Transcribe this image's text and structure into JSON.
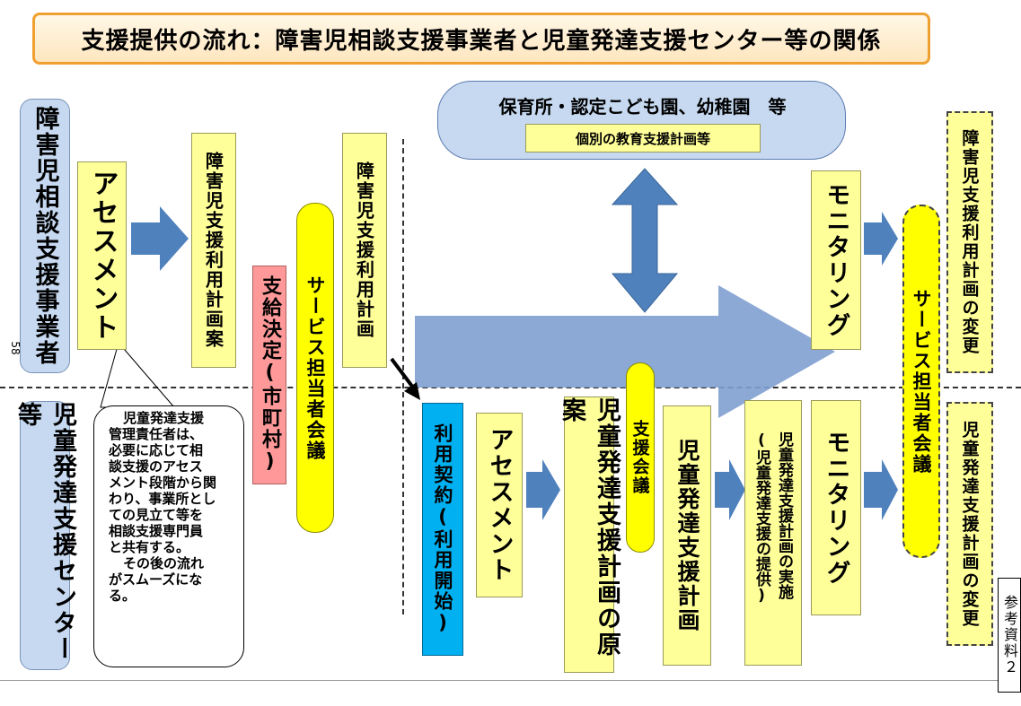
{
  "title": "支援提供の流れ：障害児相談支援事業者と児童発達支援センター等の関係",
  "page_number": "58",
  "top_actor": "障害児相談支援事業者",
  "bottom_actor": "児童発達支援センター等",
  "nursery": {
    "title": "保育所・認定こども園、幼稚園　等",
    "sub": "個別の教育支援計画等"
  },
  "boxes": {
    "assessment_top": "アセスメント",
    "plan_draft_top": "障害児支援利用計画案",
    "decision": "支給決定(市町村)",
    "service_meeting": "サービス担当者会議",
    "plan_top": "障害児支援利用計画",
    "monitoring_top": "モニタリング",
    "service_meeting_right": "サービス担当者会議",
    "plan_change_top": "障害児支援利用計画の変更",
    "contract": "利用契約(利用開始)",
    "assessment_bottom": "アセスメント",
    "dev_plan_draft": "児童発達支援計画の原案",
    "support_meeting": "支援会議",
    "dev_plan": "児童発達支援計画",
    "implementation_a": "児童発達支援計画の実施",
    "implementation_b": "(児童発達支援の提供)",
    "monitoring_bottom": "モニタリング",
    "dev_plan_change": "児童発達支援計画の変更"
  },
  "callout_lines": [
    "児童発達支援",
    "管理責任者は、",
    "必要に応じて相",
    "談支援のアセス",
    "メント段階から関",
    "わり、事業所とし",
    "ての見立て等を",
    "相談支援専門員",
    "と共有する。",
    "その後の流れ",
    "がスムーズにな",
    "る。"
  ],
  "reference_label": "参考資料２",
  "colors": {
    "actor_blue": "#c6d9f1",
    "arrow_blue": "#4f81bd",
    "big_arrow": "#7f9fcf",
    "light_yellow": "#ffff99",
    "yellow": "#ffff00",
    "pink": "#ff9999",
    "cyan": "#00b0f0",
    "title_border": "#f0a030"
  }
}
